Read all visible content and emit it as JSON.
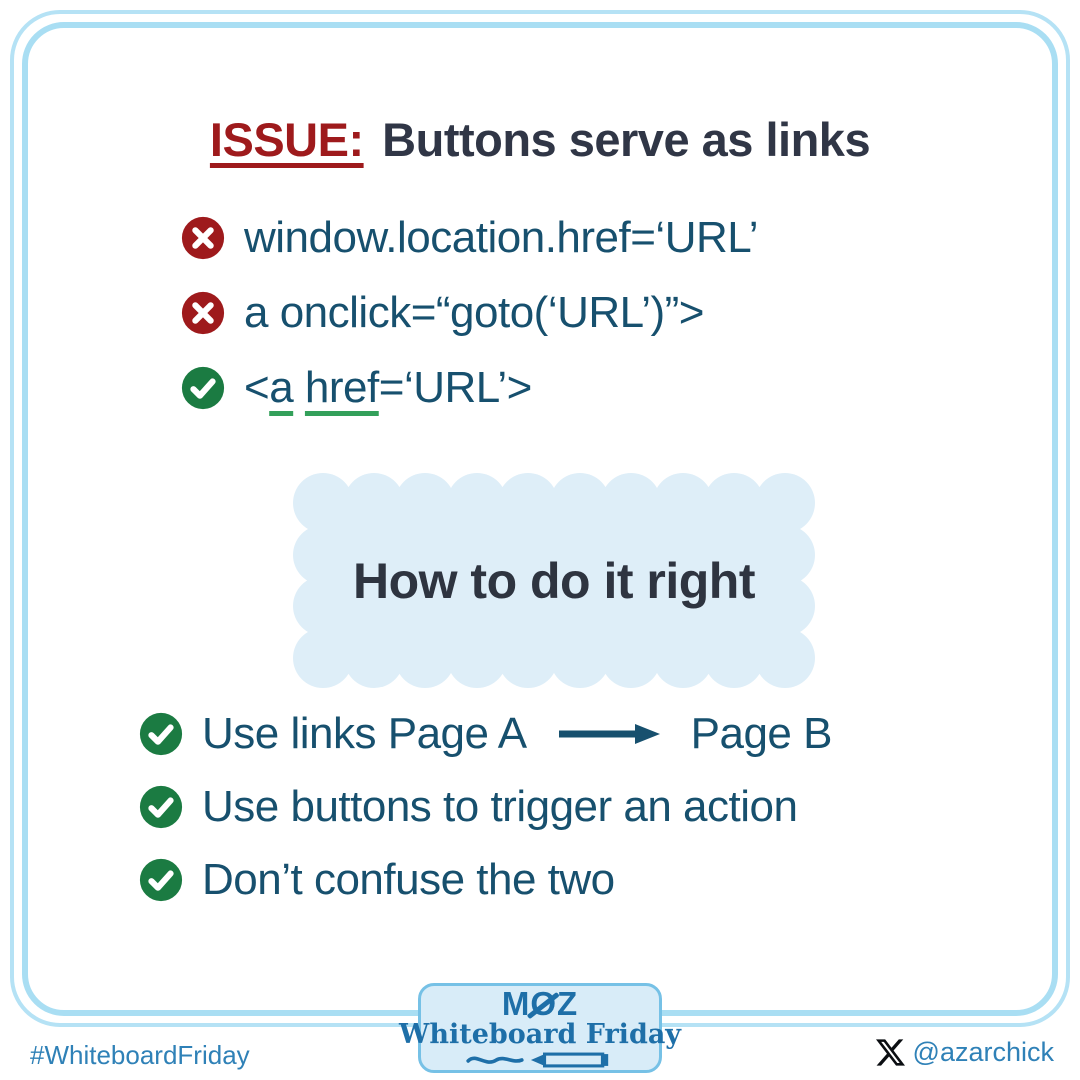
{
  "colors": {
    "frame_blue": "#b5e2f5",
    "title_navy": "#303646",
    "body_teal": "#17506e",
    "error_red": "#9e1a1c",
    "success_green": "#1b7b42",
    "green_underline": "#33a05a",
    "cloud_bg": "#deeef8",
    "moz_blue": "#1e6fa8",
    "footer_blue": "#2f81b7",
    "badge_bg": "#d8ecf8",
    "badge_border": "#76c1e6"
  },
  "title": {
    "issue_label": "ISSUE:",
    "text": "Buttons serve as links"
  },
  "code_examples": {
    "items": [
      {
        "icon": "error-icon",
        "text": "window.location.href=‘URL’"
      },
      {
        "icon": "error-icon",
        "text": "a onclick=“goto(‘URL’)”>"
      },
      {
        "icon": "check-icon",
        "seg": {
          "open": "<",
          "a": "a",
          "space": " ",
          "href": "href",
          "rest": "=‘URL’>"
        }
      }
    ]
  },
  "callout": {
    "text": "How to do it right"
  },
  "checklist": {
    "items": [
      {
        "icon": "check-icon",
        "before_arrow": "Use links Page A",
        "after_arrow": "Page B"
      },
      {
        "icon": "check-icon",
        "text": "Use buttons to trigger an action"
      },
      {
        "icon": "check-icon",
        "text": "Don’t confuse the two"
      }
    ]
  },
  "footer": {
    "hashtag": "#WhiteboardFriday",
    "handle": "@azarchick",
    "badge": {
      "logo_m": "M",
      "logo_o": "O",
      "logo_z": "Z",
      "title": "Whiteboard Friday"
    }
  }
}
